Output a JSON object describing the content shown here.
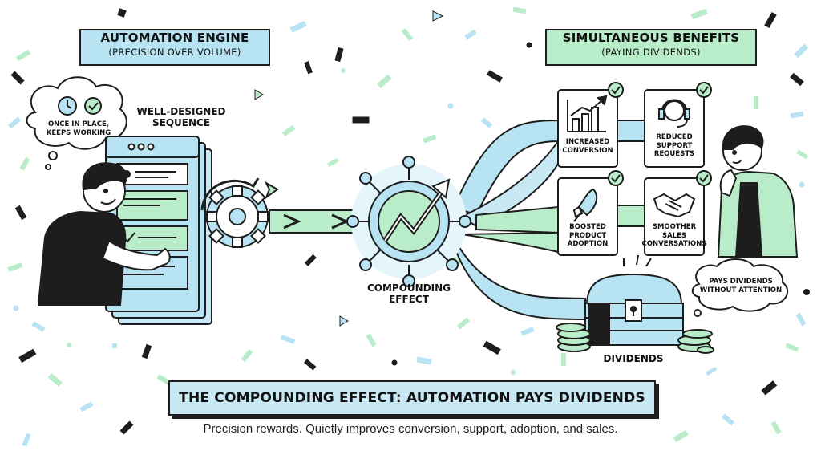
{
  "left_banner": {
    "title": "AUTOMATION ENGINE",
    "subtitle": "(PRECISION OVER VOLUME)"
  },
  "right_banner": {
    "title": "SIMULTANEOUS BENEFITS",
    "subtitle": "(PAYING DIVIDENDS)"
  },
  "thought_left": {
    "line1": "ONCE IN PLACE,",
    "line2": "KEEPS WORKING"
  },
  "sequence_label": {
    "line1": "WELL-DESIGNED",
    "line2": "SEQUENCE"
  },
  "hub_label": {
    "line1": "COMPOUNDING",
    "line2": "EFFECT"
  },
  "benefits": [
    {
      "line1": "INCREASED",
      "line2": "CONVERSION",
      "line3": ""
    },
    {
      "line1": "REDUCED",
      "line2": "SUPPORT",
      "line3": "REQUESTS"
    },
    {
      "line1": "BOOSTED",
      "line2": "PRODUCT",
      "line3": "ADOPTION"
    },
    {
      "line1": "SMOOTHER",
      "line2": "SALES",
      "line3": "CONVERSATIONS"
    }
  ],
  "thought_right": {
    "line1": "PAYS DIVIDENDS",
    "line2": "WITHOUT ATTENTION"
  },
  "dividends_label": "DIVIDENDS",
  "main_title": "THE COMPOUNDING EFFECT: AUTOMATION PAYS DIVIDENDS",
  "caption": "Precision rewards. Quietly improves conversion, support, adoption, and sales.",
  "colors": {
    "blue": "#b7e3f2",
    "green": "#b9ecc9",
    "ink": "#1d1d1d"
  },
  "icons": [
    "clock-icon",
    "check-icon",
    "gear-icon",
    "hub-icon",
    "bar-chart-icon",
    "headset-icon",
    "rocket-icon",
    "handshake-icon",
    "treasure-chest-icon",
    "coins-icon"
  ]
}
